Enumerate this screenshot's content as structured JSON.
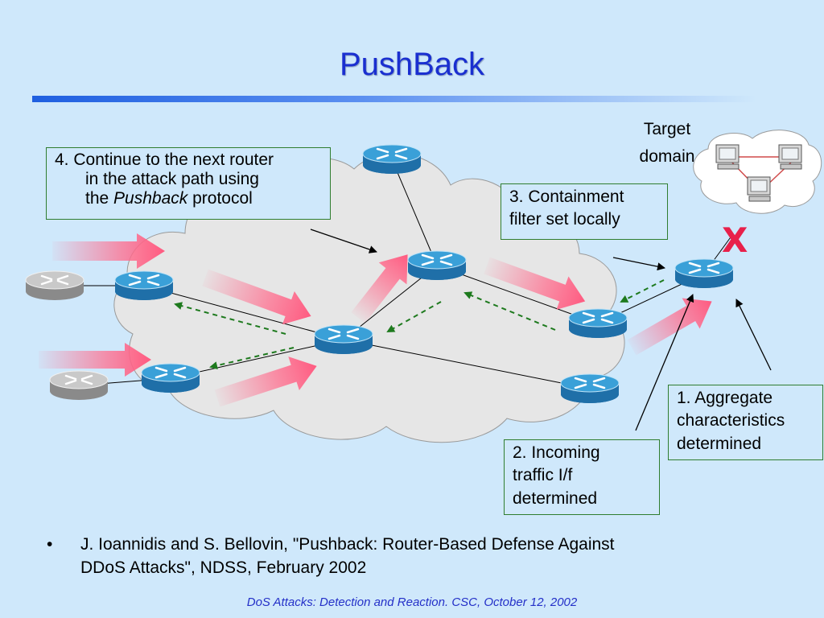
{
  "slide": {
    "title": "PushBack",
    "footer": "DoS Attacks: Detection and Reaction. CSC, October 12, 2002"
  },
  "target": {
    "line1": "Target",
    "line2": "domain"
  },
  "callouts": {
    "step4": {
      "line1": "4. Continue to the next router",
      "line2": "in the attack path using",
      "line3_pre": "the ",
      "line3_em": "Pushback",
      "line3_post": " protocol"
    },
    "step3": {
      "line1": "3. Containment",
      "line2": "filter set locally"
    },
    "step1": {
      "line1": "1. Aggregate",
      "line2": "characteristics",
      "line3": "determined"
    },
    "step2": {
      "line1": "2. Incoming",
      "line2": "traffic I/f",
      "line3": "determined"
    }
  },
  "block_mark": "X",
  "reference": {
    "bullet": "•",
    "line1": "J. Ioannidis and S. Bellovin, \"Pushback: Router-Based Defense Against",
    "line2": "DDoS Attacks\", NDSS, February 2002"
  },
  "colors": {
    "title": "#1a2fd0",
    "router_top": "#3aa0d8",
    "router_side": "#1f6fa8",
    "attack_arrow": "#ff6f8f",
    "pushback_arrow": "#1e7a1e",
    "callout_border": "#2f7d2f",
    "block_mark": "#e8204a"
  }
}
